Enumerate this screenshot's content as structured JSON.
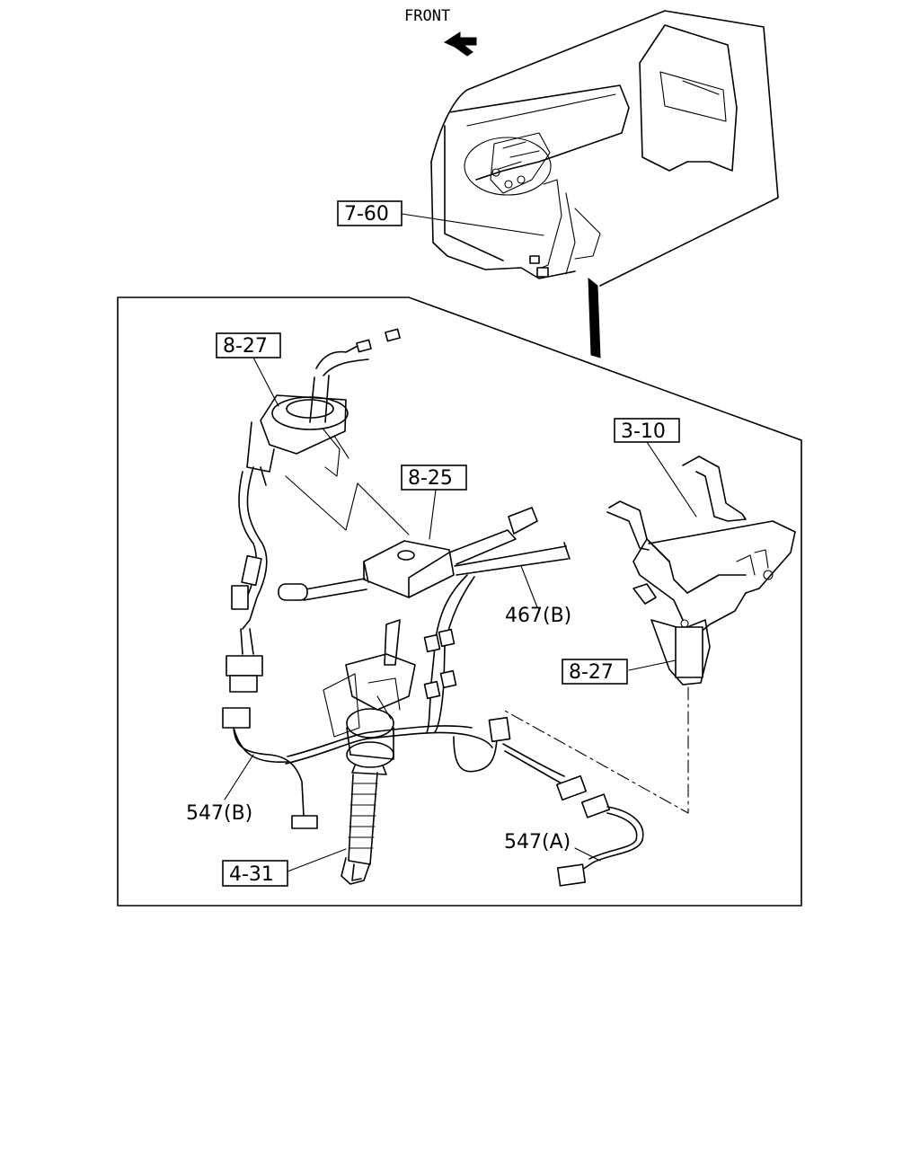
{
  "direction": {
    "label": "FRONT"
  },
  "callouts": {
    "c760": "7-60",
    "c827a": "8-27",
    "c825": "8-25",
    "c310": "3-10",
    "c467b": "467(B)",
    "c827b": "8-27",
    "c547b": "547(B)",
    "c547a": "547(A)",
    "c431": "4-31"
  }
}
